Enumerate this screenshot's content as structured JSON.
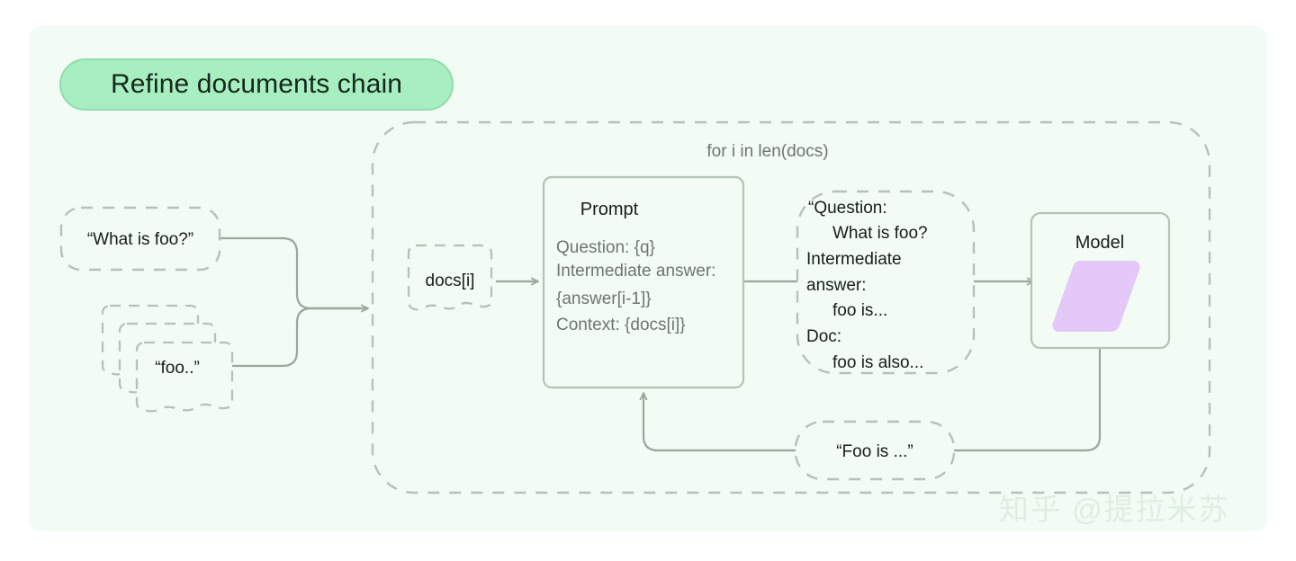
{
  "page": {
    "background": "#ffffff",
    "card_background": "#f2fbf4"
  },
  "title": {
    "text": "Refine documents chain",
    "badge_fill": "#a7eec0",
    "badge_border": "#92dcab",
    "text_color": "#16281b"
  },
  "loop": {
    "label": "for i in len(docs)",
    "border_style": "dashed",
    "border_color": "#b6c2b8"
  },
  "nodes": {
    "question_input": {
      "label": "“What is foo?”",
      "shape": "rounded-dashed"
    },
    "docs_stack": {
      "label": "“foo..”",
      "shape": "document-stack",
      "count": 3
    },
    "docs_i": {
      "label": "docs[i]",
      "shape": "document-dashed"
    },
    "prompt": {
      "title": "Prompt",
      "lines": [
        "Question: {q}",
        "Intermediate answer:",
        "{answer[i-1]}",
        "Context: {docs[i]}"
      ],
      "shape": "solid-box",
      "border_color": "#b3c4b5",
      "title_color": "#1b1b1b",
      "body_color": "#6f7570"
    },
    "filled_prompt": {
      "shape": "rounded-dashed",
      "lines": [
        {
          "text": "“Question:",
          "indent": 0
        },
        {
          "text": "What is foo?",
          "indent": 1
        },
        {
          "text": "Intermediate",
          "indent": 0
        },
        {
          "text": "answer:",
          "indent": 0
        },
        {
          "text": "foo is...",
          "indent": 1
        },
        {
          "text": "Doc:",
          "indent": 0
        },
        {
          "text": "foo is also...",
          "indent": 1
        }
      ]
    },
    "model": {
      "title": "Model",
      "shape": "solid-box",
      "glyph": "parallelogram",
      "glyph_fill": "#e3c8f8",
      "border_color": "#b3c4b5"
    },
    "answer": {
      "label": "“Foo is ...”",
      "shape": "rounded-dashed"
    }
  },
  "colors": {
    "line": "#9aa79c",
    "dash": "#b6c2b8",
    "node_fill": "#f2fbf4",
    "purple": "#e3c8f8",
    "muted_text": "#6f7570"
  },
  "watermark": {
    "text": "知乎 @提拉米苏"
  }
}
